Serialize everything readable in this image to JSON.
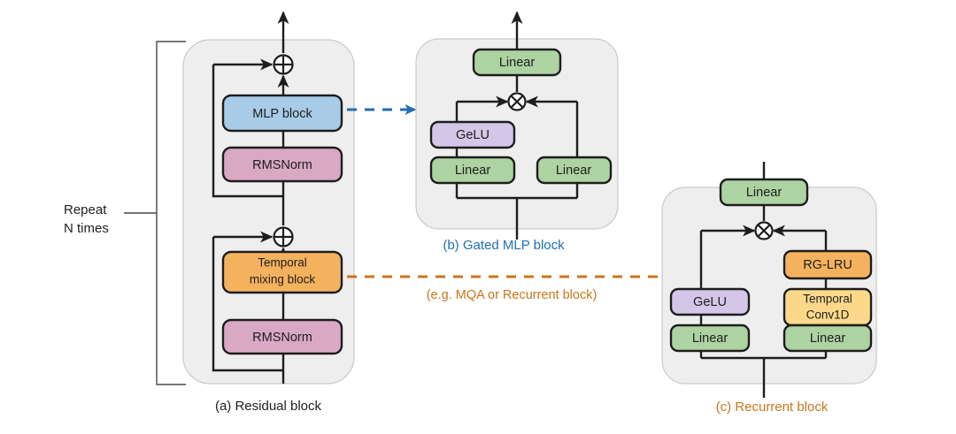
{
  "figure": {
    "title": "Griffin model architecture blocks",
    "background": "#ffffff"
  },
  "colors": {
    "panel_fill": "#eeeeee",
    "panel_stroke": "#c9c9c9",
    "outline": "#1d1d1d",
    "blue": "#a8cce7",
    "pink": "#d9a8c4",
    "green": "#aed3a2",
    "purple": "#d4c6e8",
    "orange": "#f5b25e",
    "yellow": "#fcd98a",
    "accent_blue": "#1f6fb4",
    "accent_orange": "#c9761a",
    "bracket": "#4a4a4a"
  },
  "panel_a": {
    "caption": "(a) Residual block",
    "caption_color": "#1d1d1d",
    "repeat_label_line1": "Repeat",
    "repeat_label_line2": "N times",
    "nodes": [
      {
        "id": "mlp-block",
        "label": "MLP block",
        "color": "#a8cce7"
      },
      {
        "id": "rmsnorm-upper",
        "label": "RMSNorm",
        "color": "#d9a8c4"
      },
      {
        "id": "temporal-mixing-block",
        "label_line1": "Temporal",
        "label_line2": "mixing block",
        "color": "#f5b25e"
      },
      {
        "id": "rmsnorm-lower",
        "label": "RMSNorm",
        "color": "#d9a8c4"
      }
    ],
    "operators": [
      {
        "id": "residual-add-upper",
        "glyph": "plus"
      },
      {
        "id": "residual-add-lower",
        "glyph": "plus"
      }
    ]
  },
  "panel_b": {
    "caption": "(b) Gated MLP block",
    "caption_color": "#1f6fb4",
    "nodes": [
      {
        "id": "linear-out",
        "label": "Linear",
        "color": "#aed3a2"
      },
      {
        "id": "gelu",
        "label": "GeLU",
        "color": "#d4c6e8"
      },
      {
        "id": "linear-left",
        "label": "Linear",
        "color": "#aed3a2"
      },
      {
        "id": "linear-right",
        "label": "Linear",
        "color": "#aed3a2"
      }
    ],
    "operators": [
      {
        "id": "elementwise-multiply",
        "glyph": "times"
      }
    ]
  },
  "panel_c": {
    "caption": "(c) Recurrent block",
    "caption_color": "#c9761a",
    "nodes": [
      {
        "id": "linear-out",
        "label": "Linear",
        "color": "#aed3a2"
      },
      {
        "id": "gelu",
        "label": "GeLU",
        "color": "#d4c6e8"
      },
      {
        "id": "linear-left",
        "label": "Linear",
        "color": "#aed3a2"
      },
      {
        "id": "rg-lru",
        "label": "RG-LRU",
        "color": "#f5b25e"
      },
      {
        "id": "temporal-conv1d",
        "label_line1": "Temporal",
        "label_line2": "Conv1D",
        "color": "#fcd98a"
      },
      {
        "id": "linear-right",
        "label": "Linear",
        "color": "#aed3a2"
      }
    ],
    "operators": [
      {
        "id": "elementwise-multiply",
        "glyph": "times"
      }
    ]
  },
  "connectors": {
    "mlp_to_gated_mlp": {
      "id": "dashed-arrow-blue",
      "color": "#1f6fb4",
      "label": ""
    },
    "temporal_to_recurrent": {
      "id": "dashed-arrow-orange",
      "color": "#c9761a",
      "label": "(e.g. MQA or Recurrent block)"
    }
  }
}
